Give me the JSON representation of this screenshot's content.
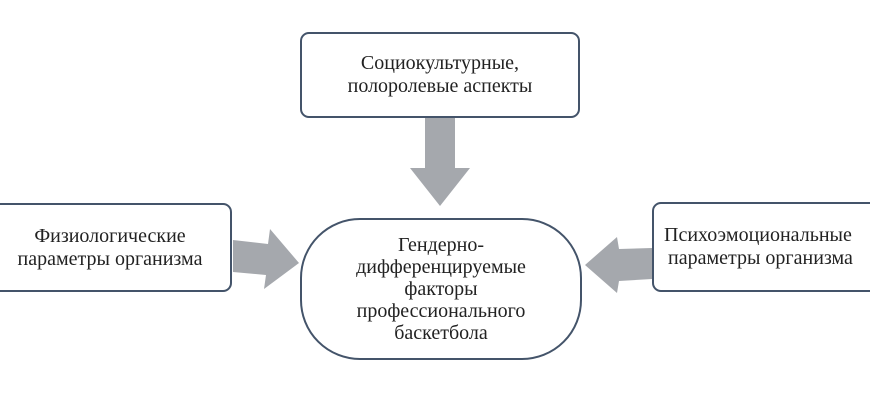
{
  "diagram": {
    "top_box": {
      "lines": [
        "Социокультурные,",
        "полоролевые аспекты"
      ]
    },
    "left_box": {
      "lines": [
        "Физиологические",
        "параметры организма"
      ]
    },
    "right_box": {
      "lines": [
        "Психоэмоциональные",
        "параметры организма"
      ]
    },
    "center_box": {
      "lines": [
        "Гендерно-",
        "дифференцируемые",
        "факторы",
        "профессионального",
        "баскетбола"
      ]
    },
    "colors": {
      "border": "#44546a",
      "arrow": "#a5a8ad"
    }
  }
}
